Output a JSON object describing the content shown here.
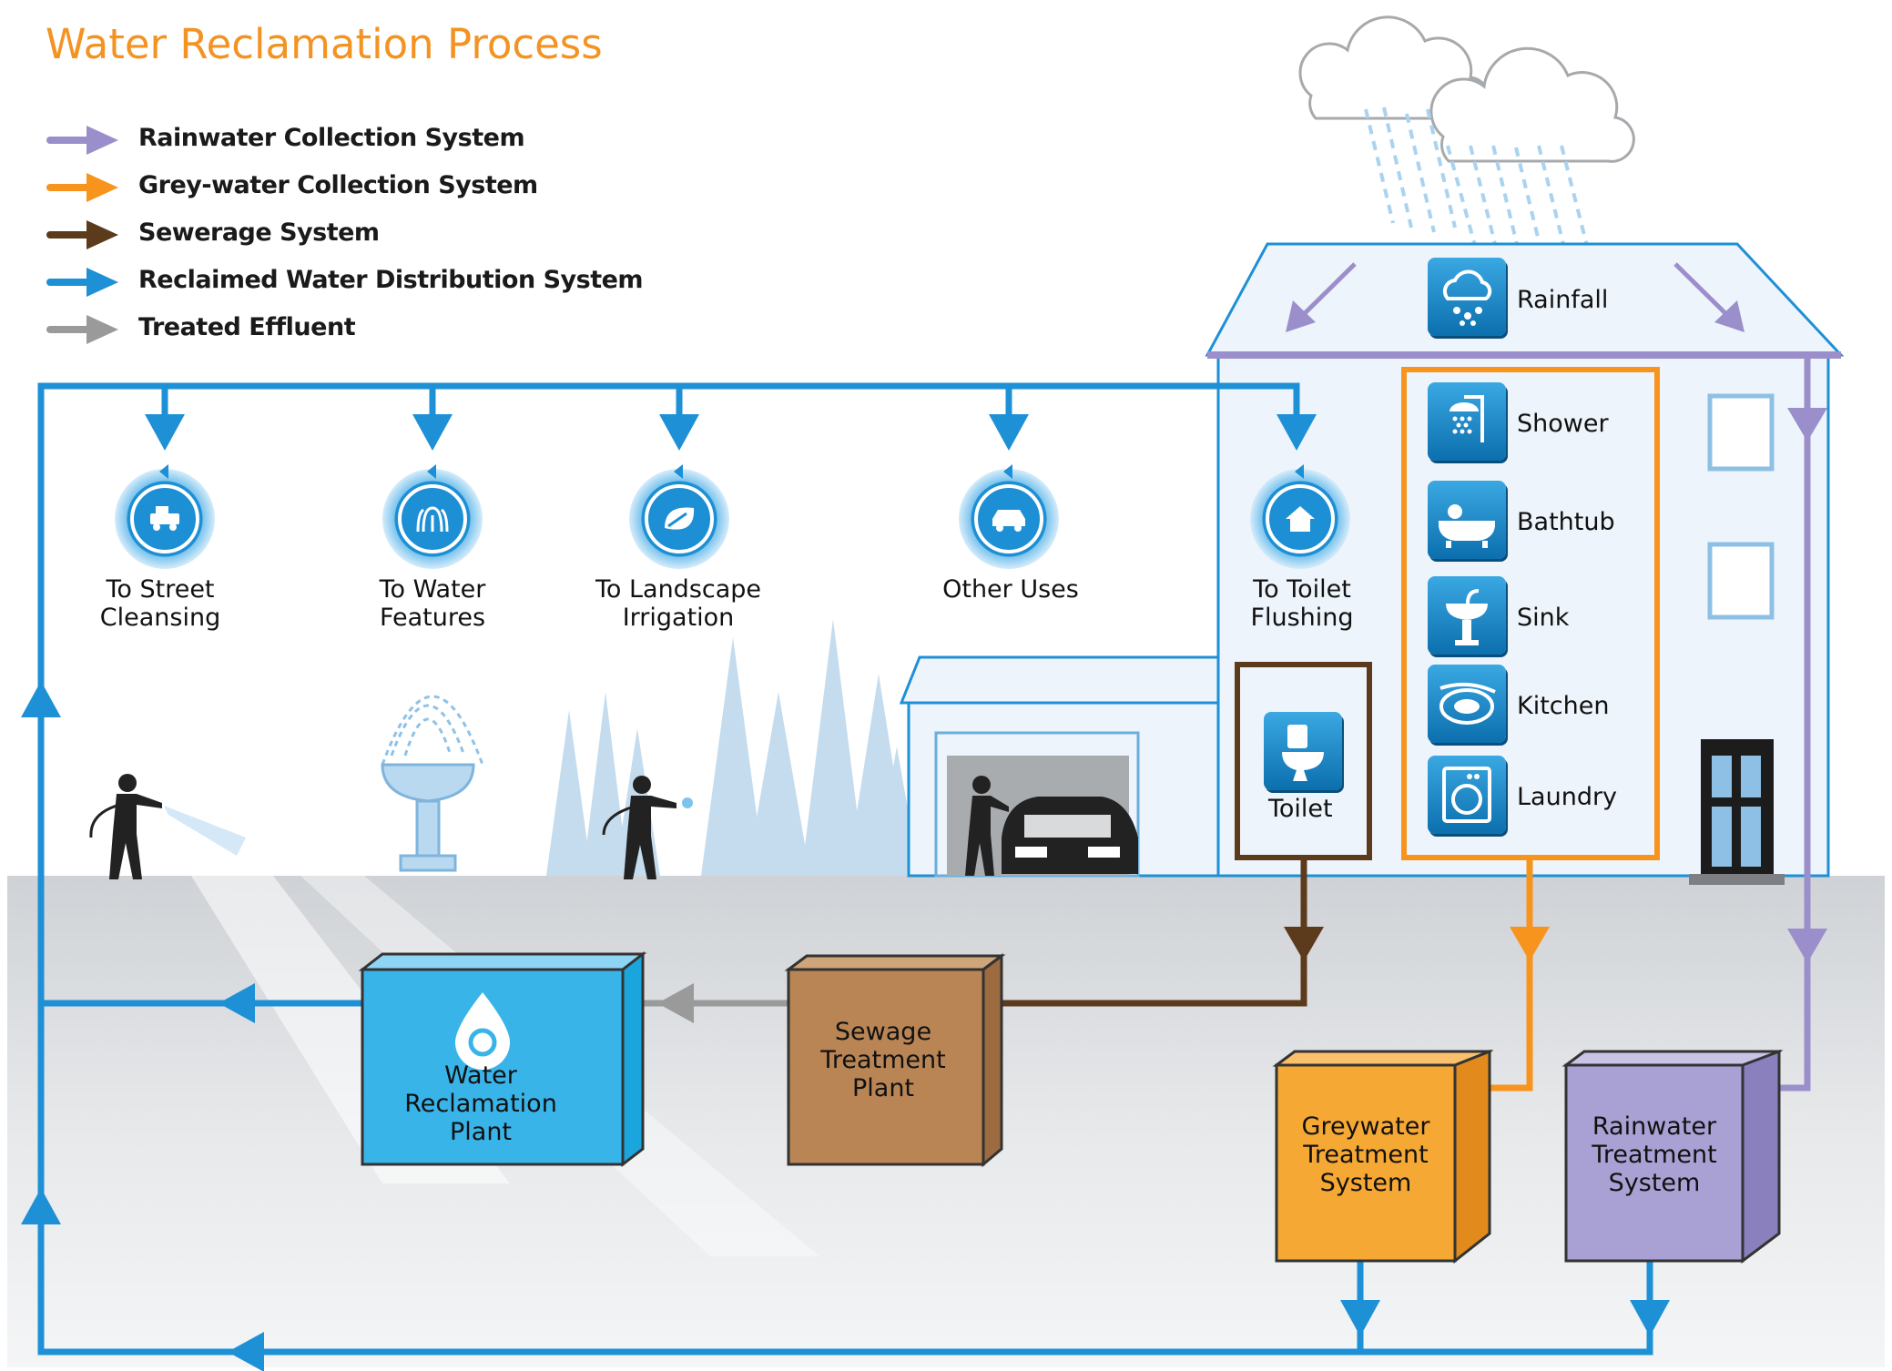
{
  "title": "Water Reclamation Process",
  "legend": [
    {
      "label": "Rainwater Collection System",
      "color": "#9b8fcb"
    },
    {
      "label": "Grey-water Collection System",
      "color": "#f7941d"
    },
    {
      "label": "Sewerage System",
      "color": "#5c3a1c"
    },
    {
      "label": "Reclaimed Water Distribution System",
      "color": "#1e90d6"
    },
    {
      "label": "Treated Effluent",
      "color": "#9a9a9a"
    }
  ],
  "destinations": [
    {
      "label": "To Street Cleansing",
      "icon": "street-sweeper-icon"
    },
    {
      "label": "To Water Features",
      "icon": "fountain-icon"
    },
    {
      "label": "To Landscape Irrigation",
      "icon": "leaf-icon"
    },
    {
      "label": "Other Uses",
      "icon": "car-icon"
    },
    {
      "label": "To Toilet Flushing",
      "icon": "house-icon"
    }
  ],
  "roof": {
    "label": "Rainfall",
    "icon": "rain-cloud-icon"
  },
  "greywater_sources": [
    {
      "label": "Shower",
      "icon": "shower-icon"
    },
    {
      "label": "Bathtub",
      "icon": "bathtub-icon"
    },
    {
      "label": "Sink",
      "icon": "sink-icon"
    },
    {
      "label": "Kitchen",
      "icon": "kitchen-icon"
    },
    {
      "label": "Laundry",
      "icon": "washing-machine-icon"
    }
  ],
  "toilet": {
    "label": "Toilet",
    "icon": "toilet-icon"
  },
  "plants": {
    "reclamation": "Water Reclamation Plant",
    "sewage": "Sewage Treatment Plant",
    "greywater": "Greywater Treatment System",
    "rainwater": "Rainwater Treatment System"
  },
  "colors": {
    "title": "#f39323",
    "reclaimed": "#1e90d6",
    "rain": "#9b8fcb",
    "grey": "#f7941d",
    "sewer": "#5c3a1c",
    "effluent": "#9a9a9a"
  }
}
